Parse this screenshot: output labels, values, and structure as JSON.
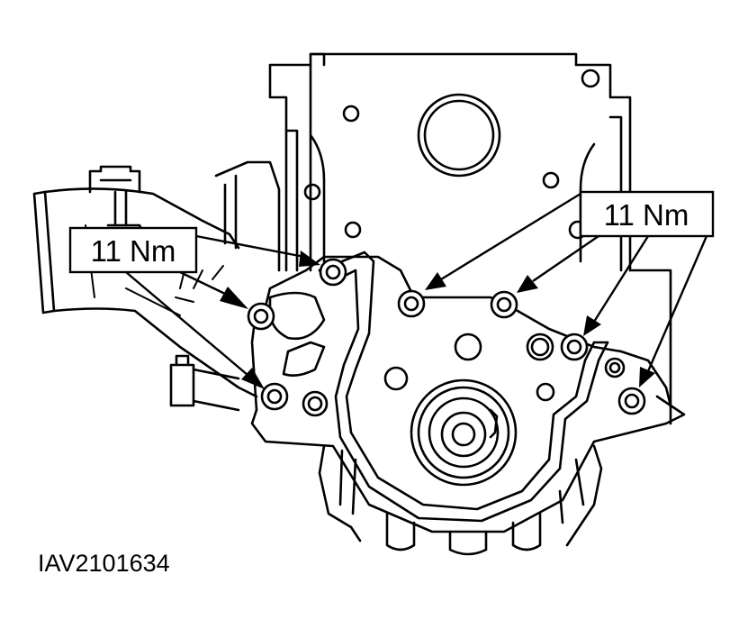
{
  "callouts": {
    "left_torque": "11 Nm",
    "right_torque": "11 Nm"
  },
  "figure_ref": "IAV2101634",
  "colors": {
    "line": "#000000",
    "background": "#ffffff"
  },
  "bolt_count": 7
}
